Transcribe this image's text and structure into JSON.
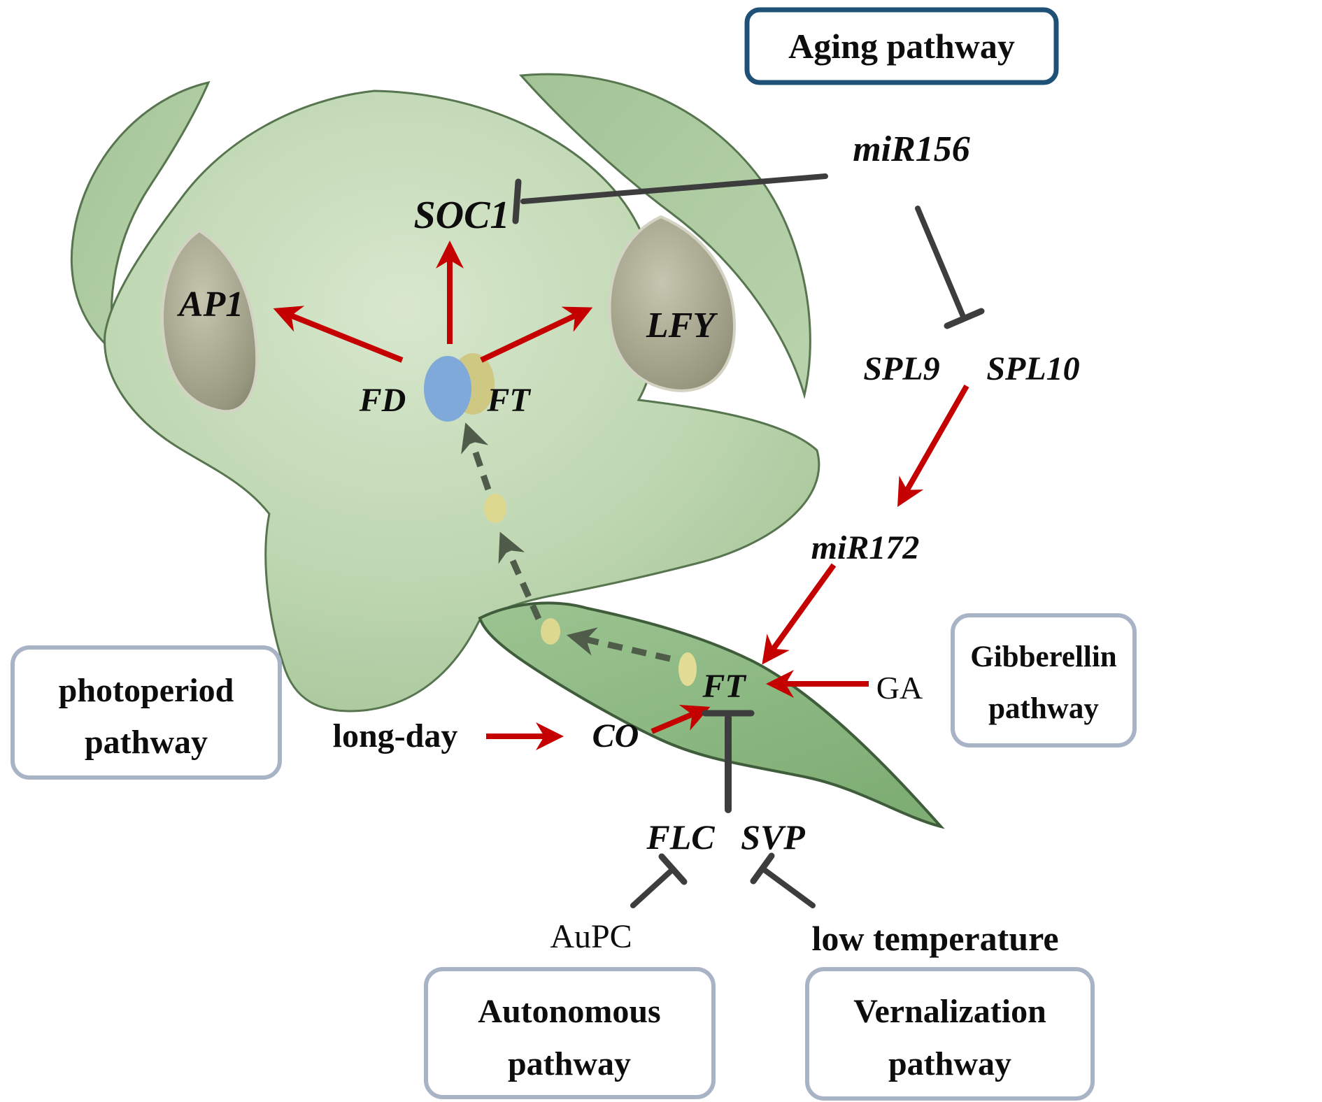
{
  "figure": {
    "description": "Regulatory network of flowering pathways converging on FT in a leaf and the FD-FT complex in the shoot apical meristem"
  },
  "pathway_boxes": {
    "aging": {
      "label": "Aging pathway",
      "border_color": "#1f5076"
    },
    "photoperiod": {
      "line1": "photoperiod",
      "line2": "pathway",
      "border_color": "#a9b3c6"
    },
    "gibberellin": {
      "line1": "Gibberellin",
      "line2": "pathway",
      "border_color": "#a9b3c6"
    },
    "autonomous": {
      "line1": "Autonomous",
      "line2": "pathway",
      "border_color": "#a9b3c6"
    },
    "vernalization": {
      "line1": "Vernalization",
      "line2": "pathway",
      "border_color": "#a9b3c6"
    }
  },
  "genes": {
    "soc1": "SOC1",
    "ap1": "AP1",
    "lfy": "LFY",
    "fd": "FD",
    "ft_meristem": "FT",
    "mir156": "miR156",
    "spl9": "SPL9",
    "spl10": "SPL10",
    "mir172": "miR172",
    "ft_leaf": "FT",
    "co": "CO",
    "flc": "FLC",
    "svp": "SVP"
  },
  "signals": {
    "long_day": "long-day",
    "ga": "GA",
    "aupc": "AuPC",
    "low_temperature": "low temperature"
  },
  "colors": {
    "activation_arrow": "#c40000",
    "inhibition_line": "#3d3d3d",
    "transport_dashed": "#4f5c49",
    "aging_box_border": "#1f5076",
    "pathway_box_border": "#a9b3c6",
    "meristem_green": "#bcd5af",
    "leaf_green": "#8cb983",
    "primordium_gray": "#8f8f77",
    "fd_protein_blue": "#7fa9d9",
    "ft_protein_yellow": "#cfc883"
  },
  "interactions": [
    {
      "from": "miR156",
      "to": "SOC1",
      "type": "inhibition"
    },
    {
      "from": "miR156",
      "to": "SPL9 SPL10",
      "type": "inhibition"
    },
    {
      "from": "SPL9 SPL10",
      "to": "miR172",
      "type": "activation"
    },
    {
      "from": "miR172",
      "to": "FT",
      "type": "activation"
    },
    {
      "from": "GA",
      "to": "FT",
      "type": "activation"
    },
    {
      "from": "long-day",
      "to": "CO",
      "type": "activation"
    },
    {
      "from": "CO",
      "to": "FT",
      "type": "activation"
    },
    {
      "from": "FLC SVP",
      "to": "FT",
      "type": "inhibition"
    },
    {
      "from": "AuPC",
      "to": "FLC",
      "type": "inhibition"
    },
    {
      "from": "low temperature",
      "to": "SVP",
      "type": "inhibition"
    },
    {
      "from": "FD-FT complex",
      "to": "SOC1",
      "type": "activation"
    },
    {
      "from": "FD-FT complex",
      "to": "AP1",
      "type": "activation"
    },
    {
      "from": "FD-FT complex",
      "to": "LFY",
      "type": "activation"
    },
    {
      "from": "FT in leaf",
      "to": "FD in meristem",
      "type": "transport",
      "style": "dashed"
    }
  ]
}
